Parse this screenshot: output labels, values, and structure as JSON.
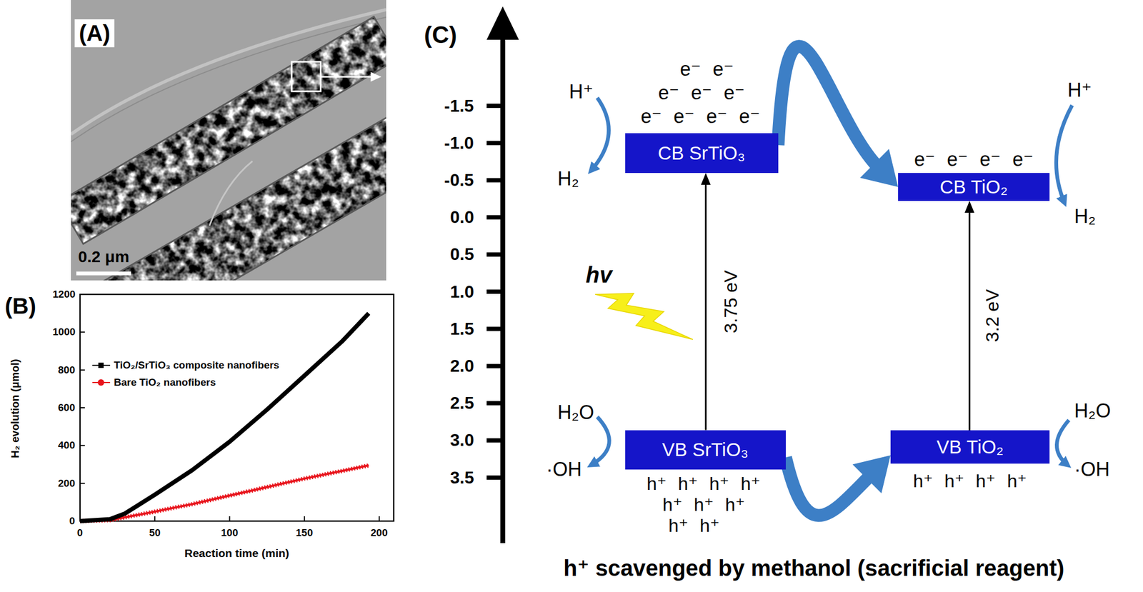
{
  "diagram": {
    "nodes": [
      {
        "text": [
          "CB SrTiO₃"
        ]
      },
      {
        "text": [
          "CB TiO₂"
        ]
      },
      {
        "text": [
          "VB SrTiO₃"
        ]
      },
      {
        "text": [
          "VB TiO₂"
        ]
      }
    ],
    "edges": [
      {
        "from": 0,
        "to": 1,
        "arrow": "to"
      },
      {
        "from": 2,
        "to": 0,
        "label": "3.75 eV",
        "arrow": "to"
      },
      {
        "from": 3,
        "to": 1,
        "label": "3.2 eV",
        "arrow": "to"
      },
      {
        "from": 2,
        "to": 3,
        "arrow": "to"
      }
    ],
    "labels": [
      "(A)",
      "0.2 μm",
      "(B)",
      "0",
      "200",
      "400",
      "600",
      "800",
      "1000",
      "1200",
      "0",
      "50",
      "100",
      "150",
      "200",
      "H₂ evolution (μmol)",
      "Reaction time (min)",
      "(C)",
      "-1.5",
      "-1.0",
      "-0.5",
      "0.0",
      "0.5",
      "1.0",
      "1.5",
      "2.0",
      "2.5",
      "3.0",
      "3.5",
      "H⁺",
      "H₂",
      "H⁺",
      "H₂",
      "H₂O",
      "·OH",
      "H₂O",
      "·OH",
      "e⁻ e⁻",
      "e⁻ e⁻ e⁻",
      "e⁻ e⁻ e⁻ e⁻",
      "e⁻ e⁻ e⁻ e⁻",
      "hv",
      "h⁺ h⁺ h⁺ h⁺",
      "h⁺ h⁺ h⁺",
      "h⁺ h⁺",
      "h⁺ h⁺ h⁺ h⁺",
      "h⁺ scavenged by methanol (sacrificial reagent)"
    ],
    "legend": [
      {
        "text": "TiO₂/SrTiO₃ composite nanofibers"
      },
      {
        "text": "Bare TiO₂ nanofibers"
      }
    ]
  }
}
